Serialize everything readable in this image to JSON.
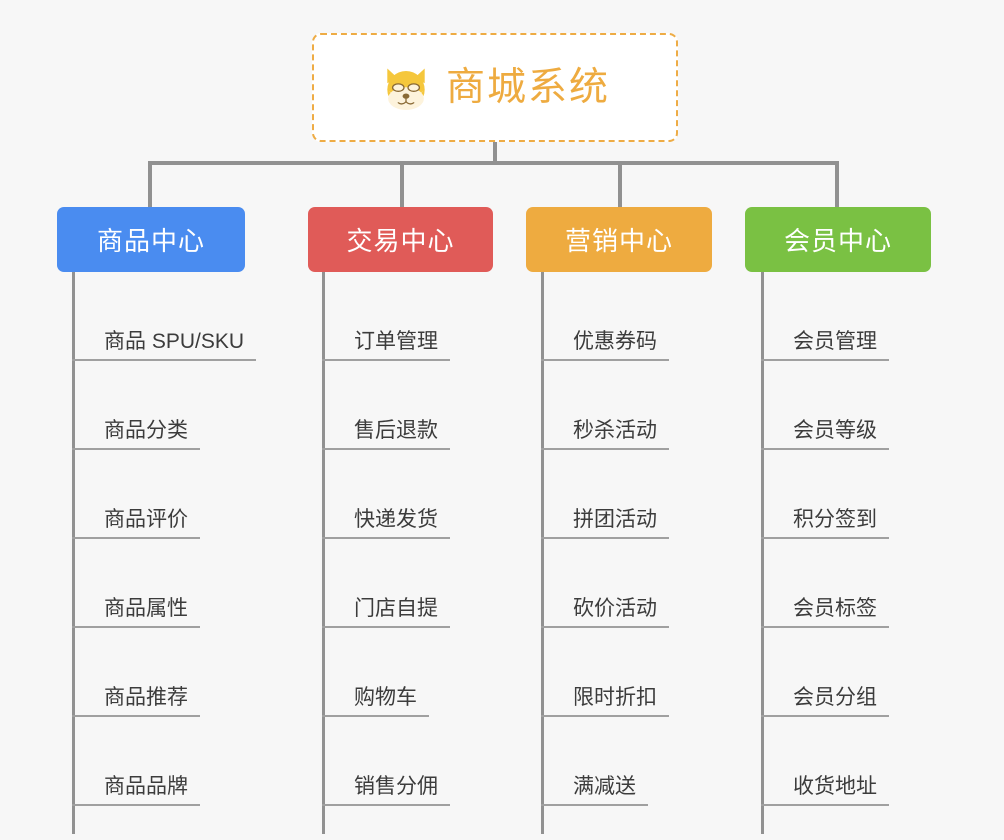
{
  "page": {
    "background_color": "#f7f7f7",
    "connector_color": "#919191",
    "rule_color": "#a0a0a0",
    "leaf_text_color": "#3c3c3c"
  },
  "root": {
    "title": "商城系统",
    "icon": "dog-face-emoji",
    "text_color": "#eeab40",
    "border_color": "#eeac45",
    "background_color": "#ffffff"
  },
  "branches": [
    {
      "label": "商品中心",
      "color": "#4a8cf0",
      "items": [
        "商品 SPU/SKU",
        "商品分类",
        "商品评价",
        "商品属性",
        "商品推荐",
        "商品品牌"
      ]
    },
    {
      "label": "交易中心",
      "color": "#e05b58",
      "items": [
        "订单管理",
        "售后退款",
        "快递发货",
        "门店自提",
        "购物车",
        "销售分佣"
      ]
    },
    {
      "label": "营销中心",
      "color": "#eeab40",
      "items": [
        "优惠券码",
        "秒杀活动",
        "拼团活动",
        "砍价活动",
        "限时折扣",
        "满减送"
      ]
    },
    {
      "label": "会员中心",
      "color": "#7ac143",
      "items": [
        "会员管理",
        "会员等级",
        "积分签到",
        "会员标签",
        "会员分组",
        "收货地址"
      ]
    }
  ]
}
